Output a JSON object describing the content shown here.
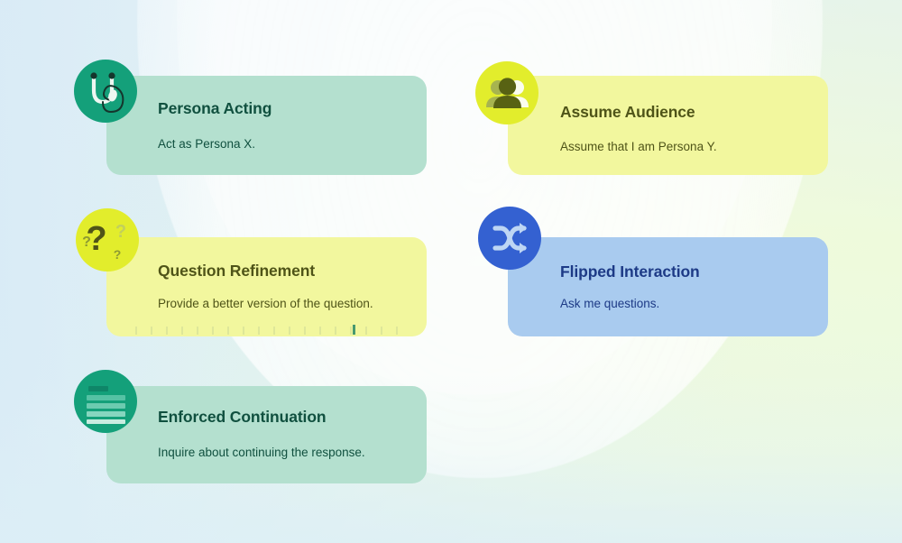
{
  "background": {
    "gradient_from": "#dfeef7",
    "gradient_to": "#eefbd9",
    "arc_color": "#ffffff"
  },
  "cards": [
    {
      "id": "persona-acting",
      "title": "Persona Acting",
      "description": "Act as Persona X.",
      "card_color": "#b4e0cf",
      "icon_bg": "#14a07a",
      "title_color": "#10503f",
      "desc_color": "#10503f",
      "icon_name": "stethoscope-icon"
    },
    {
      "id": "assume-audience",
      "title": "Assume Audience",
      "description": "Assume that I am Persona Y.",
      "card_color": "#f2f79e",
      "icon_bg": "#e2ed2c",
      "title_color": "#4f5418",
      "desc_color": "#4f5418",
      "icon_name": "people-group-icon"
    },
    {
      "id": "question-refinement",
      "title": "Question Refinement",
      "description": "Provide a better version of the question.",
      "card_color": "#f2f79e",
      "icon_bg": "#e2ed2c",
      "title_color": "#4f5418",
      "desc_color": "#4f5418",
      "icon_name": "question-marks-icon"
    },
    {
      "id": "flipped-interaction",
      "title": "Flipped Interaction",
      "description": "Ask me questions.",
      "card_color": "#a9cbef",
      "icon_bg": "#3461d1",
      "title_color": "#1d3a86",
      "desc_color": "#1d3a86",
      "icon_name": "shuffle-icon"
    },
    {
      "id": "enforced-continuation",
      "title": "Enforced Continuation",
      "description": "Inquire about continuing the response.",
      "card_color": "#b4e0cf",
      "icon_bg": "#14a07a",
      "title_color": "#10503f",
      "desc_color": "#10503f",
      "icon_name": "document-lines-icon"
    }
  ]
}
